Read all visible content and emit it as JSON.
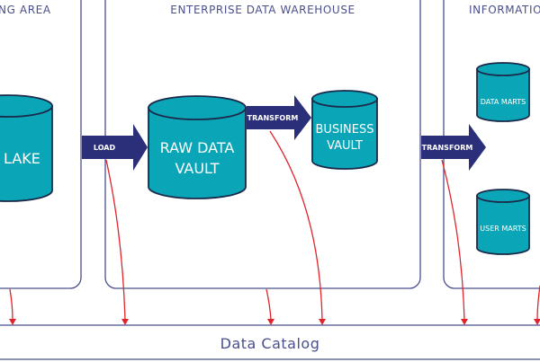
{
  "zones": {
    "staging": "NG AREA",
    "warehouse": "ENTERPRISE DATA WAREHOUSE",
    "information": "INFORMATION"
  },
  "stores": {
    "data_lake": "A LAKE",
    "raw_data_vault_line1": "RAW DATA",
    "raw_data_vault_line2": "VAULT",
    "business_vault_line1": "BUSINESS",
    "business_vault_line2": "VAULT",
    "data_marts": "DATA MARTS",
    "user_marts": "USER MARTS"
  },
  "flows": {
    "load": "LOAD",
    "transform_1": "TRANSFORM",
    "transform_2": "TRANSFORM"
  },
  "catalog": {
    "label": "Data Catalog"
  },
  "colors": {
    "zone_border": "#4a4f8c",
    "cylinder_fill": "#0aa6b8",
    "cylinder_stroke": "#1b2a4a",
    "arrow_fill": "#2b2f7a",
    "lineage_red": "#e0242b"
  }
}
